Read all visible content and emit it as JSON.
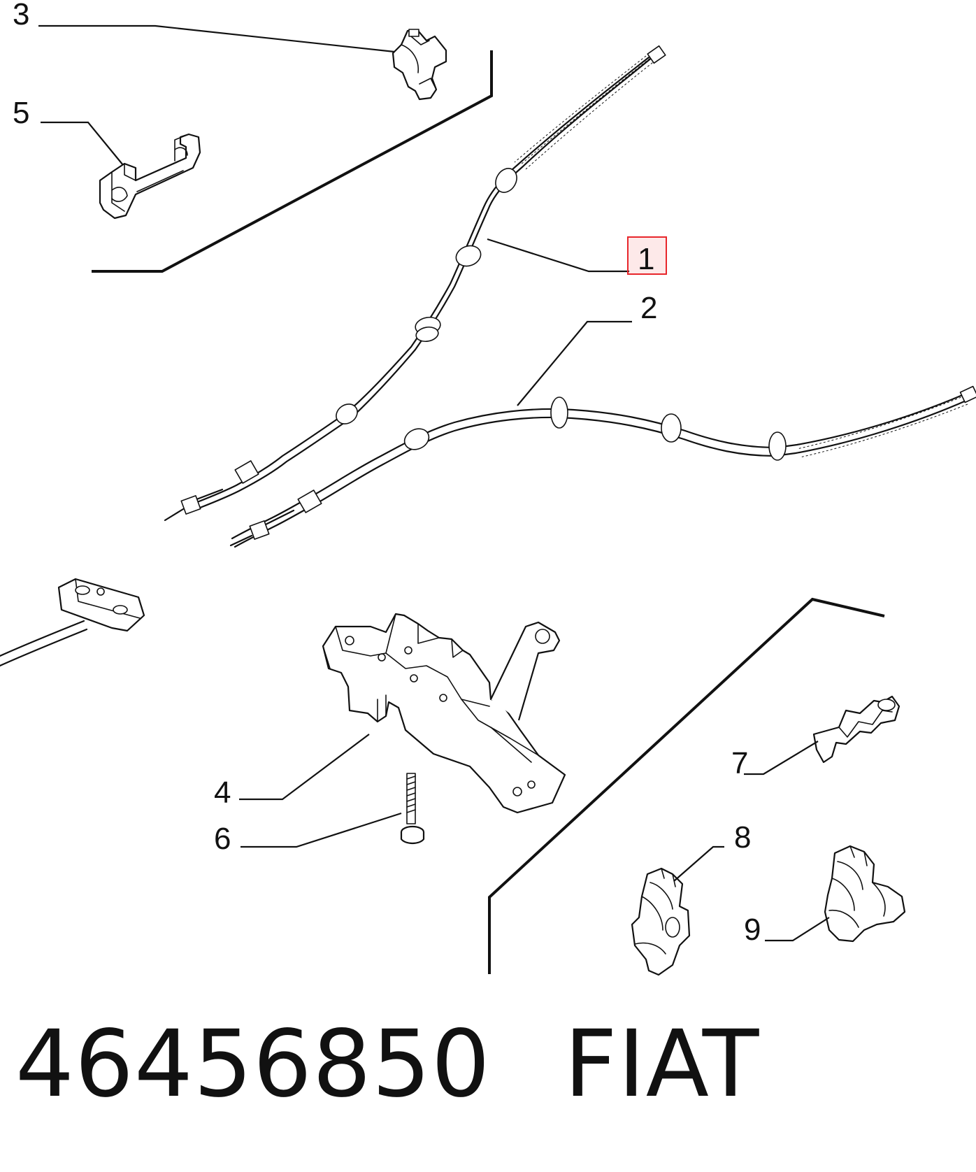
{
  "callouts": {
    "c1": "1",
    "c2": "2",
    "c3": "3",
    "c4": "4",
    "c5": "5",
    "c6": "6",
    "c7": "7",
    "c8": "8",
    "c9": "9"
  },
  "highlight_color": "#e8262b",
  "footer": {
    "part_number": "46456850",
    "brand": "FIAT"
  }
}
